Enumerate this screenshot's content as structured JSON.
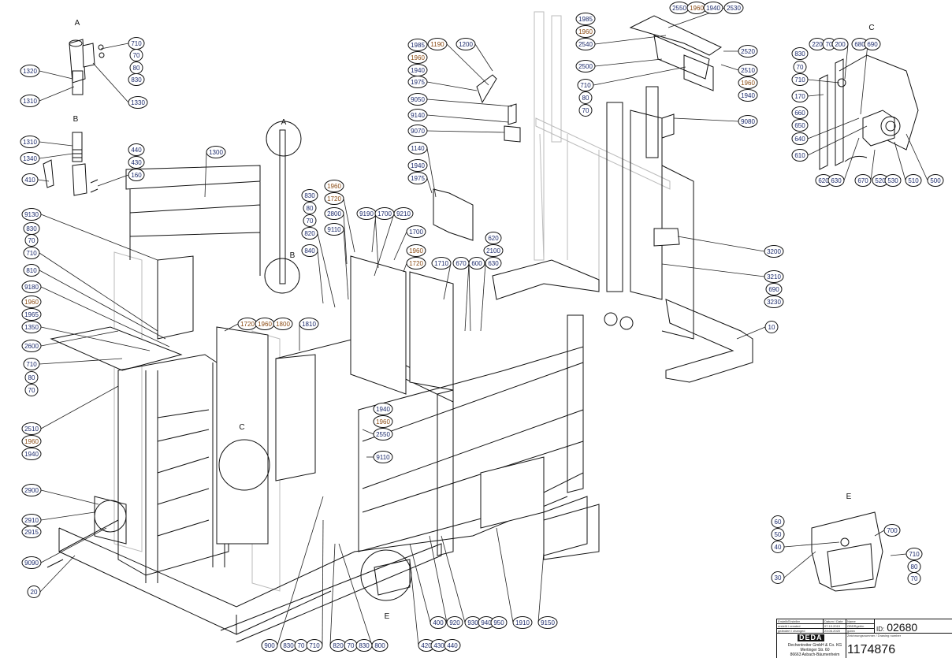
{
  "detail_labels": {
    "a_top": "A",
    "b_top": "B",
    "a_main": "A",
    "b_main": "B",
    "c_main": "C",
    "c_detail": "C",
    "e_main": "E",
    "e_detail": "E"
  },
  "callouts": [
    "710",
    "70",
    "80",
    "830",
    "1320",
    "1310",
    "1330",
    "1310",
    "1340",
    "410",
    "440",
    "430",
    "160",
    "9130",
    "830",
    "70",
    "710",
    "810",
    "9180",
    "1960",
    "1965",
    "1350",
    "2600",
    "710",
    "80",
    "70",
    "2510",
    "1960",
    "1940",
    "2900",
    "2910",
    "2915",
    "9090",
    "20",
    "1300",
    "830",
    "80",
    "70",
    "820",
    "840",
    "1960",
    "1720",
    "2800",
    "9110",
    "9190",
    "1700",
    "9210",
    "1700",
    "1960",
    "1720",
    "1710",
    "670",
    "600",
    "630",
    "620",
    "2100",
    "1720",
    "1960",
    "1800",
    "1810",
    "1985",
    "1960",
    "1940",
    "1975",
    "9050",
    "9140",
    "9070",
    "1140",
    "1940",
    "1975",
    "1190",
    "1200",
    "2550",
    "1960",
    "1940",
    "2530",
    "1985",
    "1960",
    "2540",
    "2500",
    "710",
    "80",
    "70",
    "2520",
    "2510",
    "1960",
    "1940",
    "9080",
    "830",
    "70",
    "710",
    "170",
    "660",
    "650",
    "640",
    "610",
    "220",
    "70",
    "200",
    "680",
    "690",
    "620",
    "630",
    "670",
    "520",
    "530",
    "510",
    "500",
    "3200",
    "3210",
    "690",
    "3230",
    "10",
    "1940",
    "1960",
    "2550",
    "9110",
    "900",
    "830",
    "70",
    "710",
    "820",
    "70",
    "830",
    "800",
    "420",
    "430",
    "440",
    "400",
    "920",
    "930",
    "940",
    "950",
    "1910",
    "9150",
    "60",
    "50",
    "40",
    "30",
    "700",
    "710",
    "80",
    "70"
  ],
  "title_block": {
    "created_label": "Erstellt/Ersteller",
    "date_label": "Datum / Date",
    "name_label": "Name",
    "created_row": "erstellt / created",
    "created_date": "07.10.2019",
    "created_name": "OBDRgebin",
    "changed_row": "geändert / changed",
    "changed_date": "23.06.2020",
    "changed_name": "gobin",
    "drawing_number_label": "Zeichnungsnummer / Drawing number",
    "id_label": "ID:",
    "id_value": "02680",
    "drawing_number": "1174876",
    "logo": "DEDA",
    "company": "Dechentreiter GmbH & Co. KG",
    "street": "Mertinger Str. 60",
    "city": "86663 Asbach-Bäumenheim"
  }
}
